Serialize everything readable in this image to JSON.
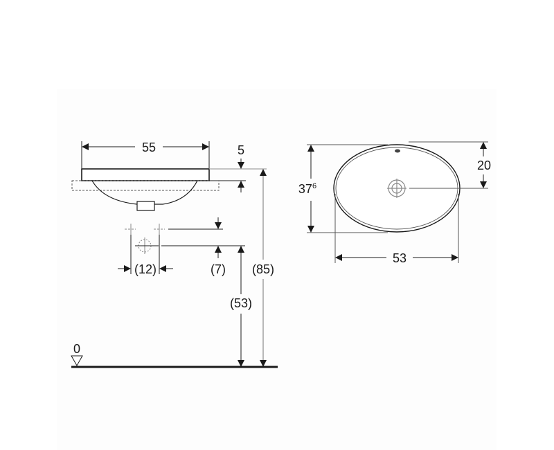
{
  "diagram": {
    "type": "technical-drawing",
    "subject": "oval undercounter washbasin",
    "side_view": {
      "width_label": "55",
      "rim_thickness_label": "5",
      "tap_spacing_label": "(12)",
      "tap_offset_label": "(7)",
      "drain_height_label": "(53)",
      "total_height_label": "(85)",
      "floor_level_label": "0"
    },
    "top_view": {
      "depth_label_main": "37",
      "depth_label_sup": "6",
      "drain_offset_label": "20",
      "width_label": "53"
    },
    "colors": {
      "line": "#1a1a1a",
      "grey_line": "#8a8a8a",
      "panel_bg": "#fdfdfd"
    }
  }
}
